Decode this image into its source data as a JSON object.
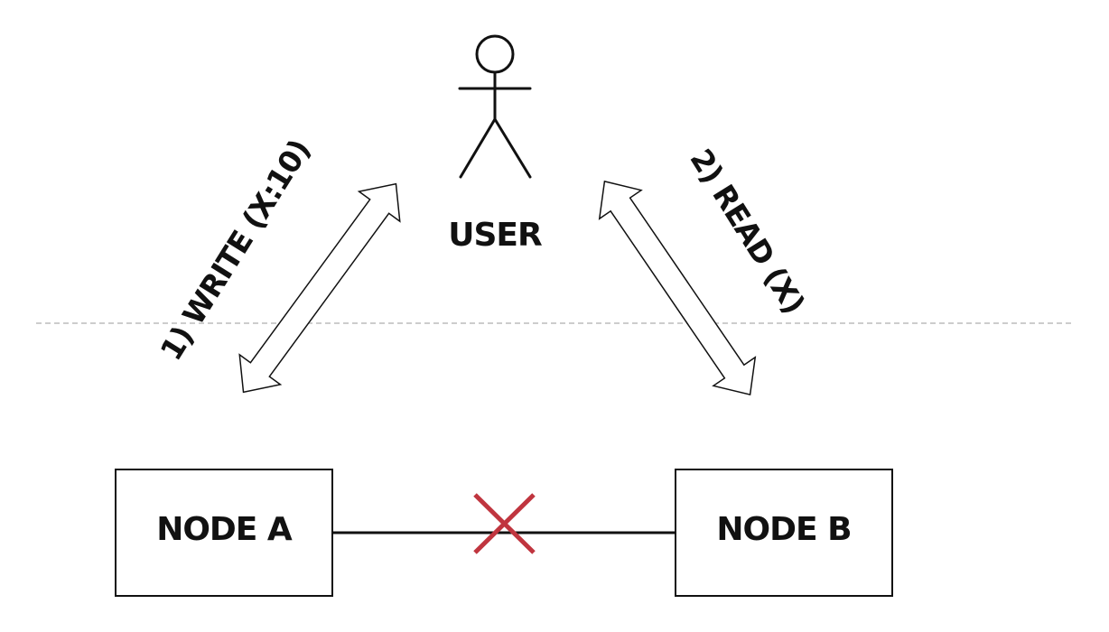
{
  "user": {
    "label": "USER"
  },
  "nodes": {
    "a": {
      "label": "NODE A"
    },
    "b": {
      "label": "NODE B"
    }
  },
  "operations": {
    "write": {
      "label": "1) WRITE (X:10)"
    },
    "read": {
      "label": "2) READ (X)"
    }
  },
  "link": {
    "status": "broken",
    "marker_color": "#c0353f"
  },
  "colors": {
    "stroke": "#111111",
    "divider": "#bbbbbb",
    "background": "#ffffff"
  }
}
